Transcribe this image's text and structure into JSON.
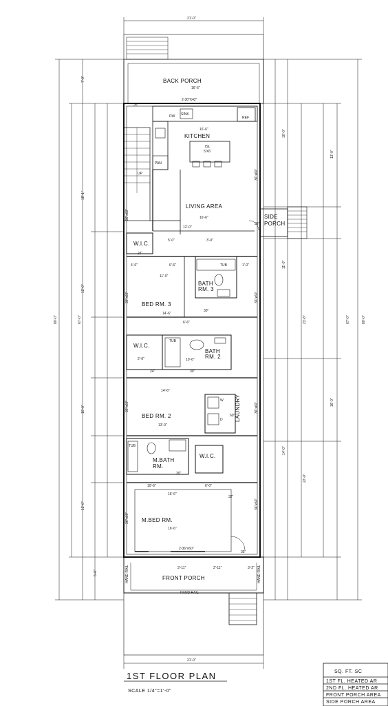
{
  "rooms": {
    "back_porch": "BACK PORCH",
    "kitchen": "KITCHEN",
    "living_area": "LIVING AREA",
    "side_porch_1": "SIDE",
    "side_porch_2": "PORCH",
    "wic_top": "W.I.C.",
    "bath3_1": "BATH",
    "bath3_2": "RM. 3",
    "bed3": "BED RM. 3",
    "wic_mid": "W.I.C.",
    "bath2_1": "BATH",
    "bath2_2": "RM. 2",
    "bed2": "BED RM. 2",
    "laundry": "LAUNDRY",
    "mbath_1": "M.BATH",
    "mbath_2": "RM.",
    "wic_low": "W.I.C.",
    "mbed": "M.BED RM.",
    "front_porch": "FRONT PORCH",
    "hand_rail": "HAND RAIL",
    "hand_rail_v1": "HAND RAIL",
    "hand_rail_v2": "HAND RAIL"
  },
  "fixtures": {
    "ref": "REF",
    "dw": "DW",
    "sink": "SINK",
    "pan": "PAN",
    "island_1": "ISL",
    "island_2": "5'X6'",
    "tub3": "TUB",
    "tub2": "TUB",
    "tubm": "TUB",
    "window_top": "2-30\"X42\"",
    "window_front": "2-36\"x60\"",
    "up": "UP",
    "w": "W",
    "d": "D"
  },
  "dimensions": {
    "top_width": "21'-0\"",
    "bottom_width": "21'-0\"",
    "back_porch_w": "16'-6\"",
    "kitchen_w": "16'-6\"",
    "living_w": "16'-6\"",
    "d_12_0": "12'-0\"",
    "bed3_w": "14'-6\"",
    "bed3_top": "11'-0\"",
    "bath3_w": "6'-6\"",
    "bath2_w": "10'-6\"",
    "bed2_w": "13'-0\"",
    "bed2_top": "14'-6\"",
    "mbath_w": "10'-6\"",
    "mbed_w": "16'-6\"",
    "mbed_bot": "16'-6\"",
    "d_6_0": "6'-0\"",
    "d_3_0": "3'-0\"",
    "d_5_0": "5'-0\"",
    "d_4_6": "4'-6\"",
    "d_6_6": "6'-6\"",
    "d_1_0": "1'-0\"",
    "d_2_0": "2'-0\"",
    "d_3_11": "3'-11\"",
    "d_3_2": "3'-2\"",
    "d_2_11": "2'-11\"",
    "left_total": "80'-0\"",
    "left_inner": "67'-0\"",
    "right_total": "80'-0\"",
    "right_inner": "67'-0\"",
    "right_mid1": "23'-8\"",
    "right_mid2": "16'-0\"",
    "right_mid3": "22'-0\"",
    "left_a": "18'-1\"",
    "left_b": "7'-0\"",
    "left_c": "12'-0\"",
    "left_d": "10'-0\"",
    "left_e": "12'-0\"",
    "left_f": "5'-0\"",
    "right_a": "10'-0\"",
    "right_b": "13'-0\"",
    "right_c": "11'-0\"",
    "right_d": "14'-0\"",
    "d_36": "36\"",
    "d_24a": "24\"",
    "d_24b": "24\"",
    "d_30a": "30\"",
    "d_30b": "30\"",
    "d_30c": "30\"",
    "d_32": "32\"",
    "d_35": "35\"",
    "d_36b": "36\"",
    "d_60": "60\"",
    "win_36x60_1": "36\"x60\"",
    "win_36x60_2": "36\"x60\"",
    "win_36x60_3": "36\"x60\"",
    "win_36x60_4": "36\"x60\"",
    "win_36x60_5": "36\"x60\"",
    "win_36x60_6": "36\"x60\"",
    "win_36x60_7": "36\"x60\"",
    "win_36x60_8": "36\"x60\""
  },
  "title": {
    "name": "1ST FLOOR PLAN",
    "scale": "SCALE 1/4\"=1'-0\""
  },
  "sqft_table": {
    "header": "SQ. FT. SC",
    "rows": [
      "1ST FL. HEATED AR",
      "2ND FL. HEATED AR",
      "FRONT PORCH AREA",
      "SIDE PORCH AREA"
    ]
  }
}
